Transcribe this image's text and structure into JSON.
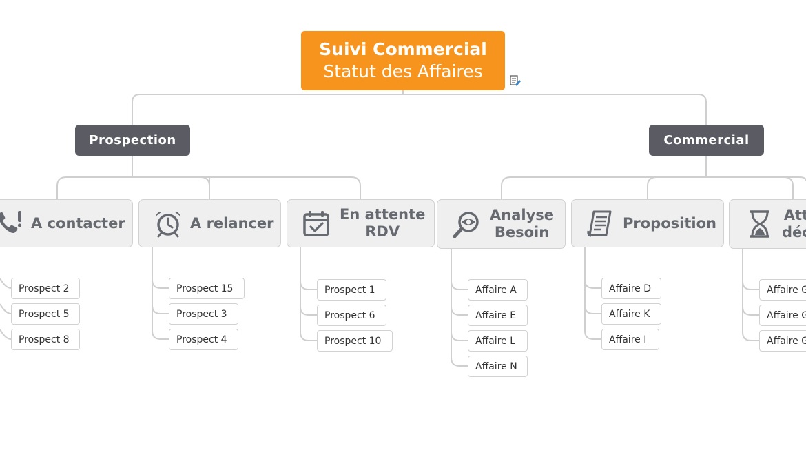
{
  "root": {
    "title": "Suivi Commercial",
    "subtitle": "Statut des Affaires"
  },
  "icons": {
    "note": "edit-note-icon"
  },
  "branches": [
    {
      "label": "Prospection",
      "children": [
        {
          "label": "A contacter",
          "icon": "phone-alert-icon",
          "items": [
            "Prospect 2",
            "Prospect 5",
            "Prospect 8"
          ]
        },
        {
          "label": "A relancer",
          "icon": "alarm-clock-icon",
          "items": [
            "Prospect 15",
            "Prospect 3",
            "Prospect 4"
          ]
        },
        {
          "label_line1": "En attente",
          "label_line2": "RDV",
          "icon": "calendar-check-icon",
          "items": [
            "Prospect 1",
            "Prospect 6",
            "Prospect 10"
          ]
        }
      ]
    },
    {
      "label": "Commercial",
      "children": [
        {
          "label_line1": "Analyse",
          "label_line2": "Besoin",
          "icon": "magnifier-eye-icon",
          "items": [
            "Affaire A",
            "Affaire E",
            "Affaire L",
            "Affaire N"
          ]
        },
        {
          "label": "Proposition",
          "icon": "document-list-icon",
          "items": [
            "Affaire D",
            "Affaire K",
            "Affaire I"
          ]
        },
        {
          "label_line1": "Att",
          "label_line2": "déc",
          "icon": "hourglass-icon",
          "items": [
            "Affaire G",
            "Affaire G",
            "Affaire G"
          ]
        }
      ]
    }
  ],
  "colors": {
    "root": "#f7941d",
    "main": "#5a5b63",
    "sub_bg": "#efefef",
    "connector": "#cfcfcf",
    "icon": "#666a70"
  }
}
